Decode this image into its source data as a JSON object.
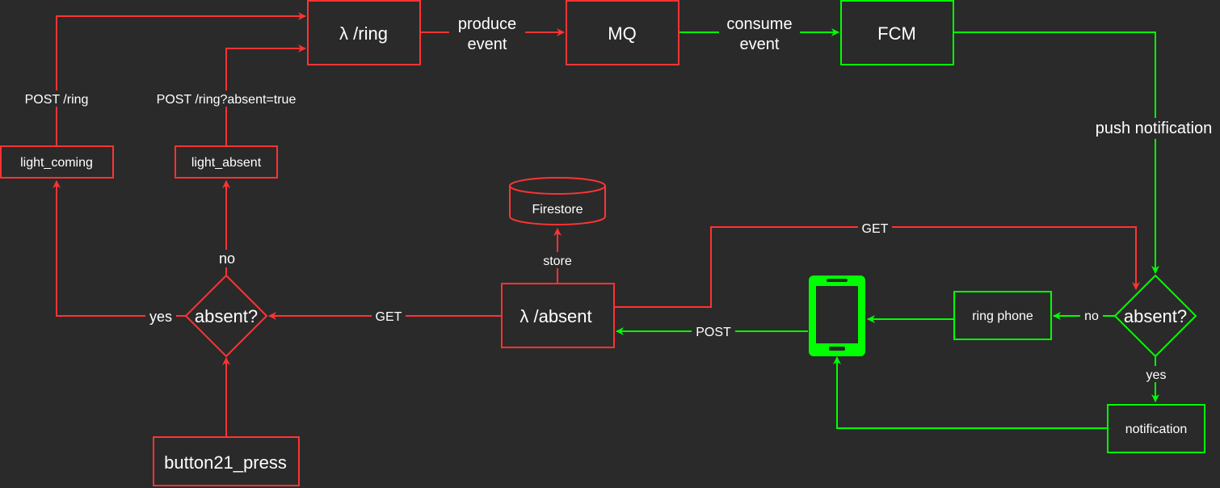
{
  "colors": {
    "background": "#2a2a2a",
    "red": "#ff3333",
    "green": "#00ff00",
    "text": "#ffffff"
  },
  "nodes": {
    "lambda_ring": "λ /ring",
    "mq": "MQ",
    "fcm": "FCM",
    "light_coming": "light_coming",
    "light_absent": "light_absent",
    "firestore": "Firestore",
    "lambda_absent": "λ /absent",
    "absent_left": "absent?",
    "absent_right": "absent?",
    "button": "button21_press",
    "ring_phone": "ring phone",
    "notification": "notification",
    "phone_icon": "smartphone-icon"
  },
  "edges": {
    "produce_event_1": "produce",
    "produce_event_2": "event",
    "consume_event_1": "consume",
    "consume_event_2": "event",
    "push_notification": "push notification",
    "post_ring": "POST /ring",
    "post_ring_absent": "POST /ring?absent=true",
    "no_left": "no",
    "yes_left": "yes",
    "store": "store",
    "get_left": "GET",
    "get_top": "GET",
    "post_phone": "POST",
    "no_right": "no",
    "yes_right": "yes"
  }
}
